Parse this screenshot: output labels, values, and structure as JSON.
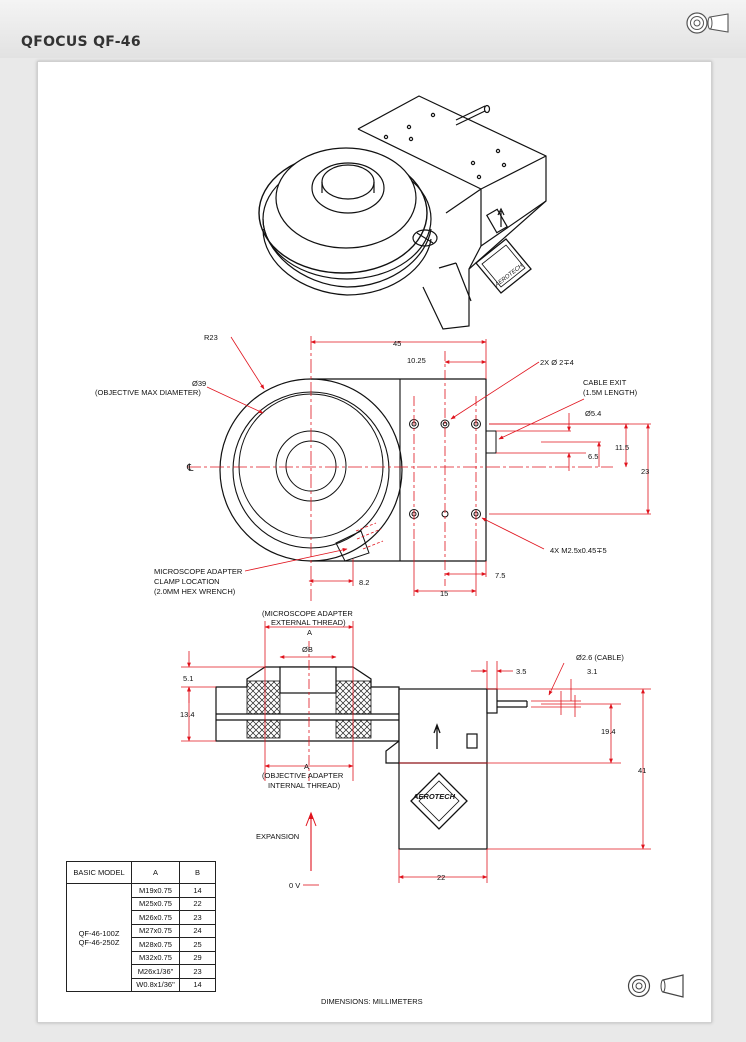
{
  "page": {
    "title": "QFOCUS QF-46"
  },
  "toolbar": {
    "icons": [
      "circle-view-icon",
      "cylinder-view-icon"
    ]
  },
  "drawing": {
    "brand": "AEROTECH",
    "top_view": {
      "r23": "R23",
      "d39": "Ø39",
      "d39_note": "(OBJECTIVE MAX DIAMETER)",
      "width_45": "45",
      "dim_10_25": "10.25",
      "holes_2x": "2X Ø 2∓4",
      "cable_exit": "CABLE EXIT",
      "cable_length": "(1.5M LENGTH)",
      "d5_4": "Ø5.4",
      "dim_11_5": "11.5",
      "dim_6_5": "6.5",
      "dim_23": "23",
      "centerline": "℄",
      "holes_4x": "4X M2.5x0.45∓5",
      "clamp_1": "MICROSCOPE ADAPTER",
      "clamp_2": "CLAMP LOCATION",
      "clamp_3": "(2.0MM HEX WRENCH)",
      "dim_8_2": "8.2",
      "dim_7_5": "7.5",
      "dim_15": "15"
    },
    "side_view": {
      "ext_1": "(MICROSCOPE ADAPTER",
      "ext_2": "EXTERNAL THREAD)",
      "a_top": "A",
      "phi_b": "ØB",
      "d2_6": "Ø2.6 (CABLE)",
      "dim_3_5": "3.5",
      "dim_3_1": "3.1",
      "dim_5_1": "5.1",
      "dim_13_4": "13.4",
      "dim_19_4": "19.4",
      "dim_41": "41",
      "a_bottom": "A",
      "int_1": "(OBJECTIVE ADAPTER",
      "int_2": "INTERNAL THREAD)",
      "expansion": "EXPANSION",
      "zero_v": "0 V",
      "dim_22": "22"
    },
    "units_note": "DIMENSIONS:  MILLIMETERS"
  },
  "table": {
    "headers": [
      "BASIC MODEL",
      "A",
      "B"
    ],
    "model_1": "QF-46-100Z",
    "model_2": "QF-46-250Z",
    "rows": [
      {
        "a": "M19x0.75",
        "b": "14"
      },
      {
        "a": "M25x0.75",
        "b": "22"
      },
      {
        "a": "M26x0.75",
        "b": "23"
      },
      {
        "a": "M27x0.75",
        "b": "24"
      },
      {
        "a": "M28x0.75",
        "b": "25"
      },
      {
        "a": "M32x0.75",
        "b": "29"
      },
      {
        "a": "M26x1/36\"",
        "b": "23"
      },
      {
        "a": "W0.8x1/36\"",
        "b": "14"
      }
    ]
  },
  "colors": {
    "dimension": "#e0141e",
    "outline": "#111111",
    "background": "#e9e9e9"
  }
}
